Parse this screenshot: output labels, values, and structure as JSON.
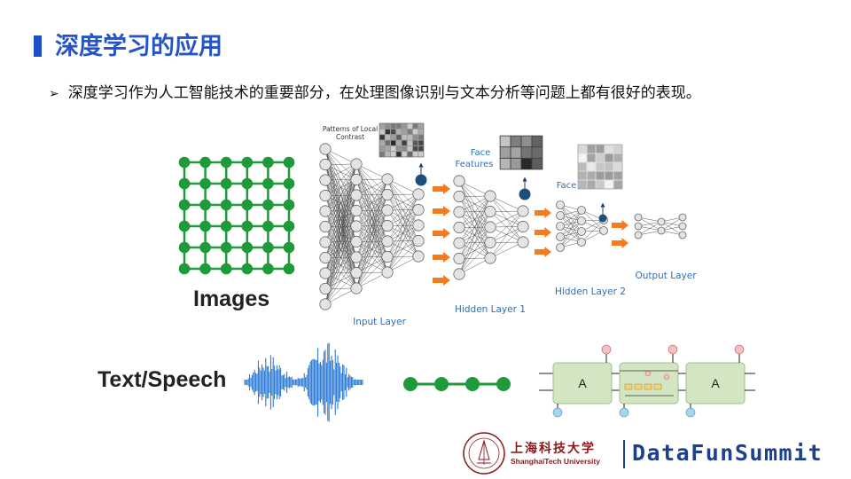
{
  "slide": {
    "title": "深度学习的应用",
    "bullet": "深度学习作为人工智能技术的重要部分，在处理图像识别与文本分析等问题上都有很好的表现。",
    "bullet_marker": "➢"
  },
  "figure": {
    "images_label": "Images",
    "text_speech_label": "Text/Speech",
    "patterns_label_line1": "Patterns of Local",
    "patterns_label_line2": "Contrast",
    "face_features_line1": "Face",
    "face_features_line2": "Features",
    "face_label": "Face",
    "input_layer": "Input Layer",
    "hidden_layer_1": "Hidden Layer 1",
    "hidden_layer_2": "Hidden Layer 2",
    "output_layer": "Output Layer",
    "rnn_cell_label_1": "A",
    "rnn_cell_label_2": "A"
  },
  "colors": {
    "accent_blue": "#2454c8",
    "grid_green": "#1f9a3a",
    "arrow_orange": "#f47b20",
    "wave_blue": "#1a6fd1",
    "rnn_green": "#d3e6c4",
    "university_red": "#8a1a1a",
    "brand_navy": "#1d3f8f"
  },
  "footer": {
    "university_cn": "上海科技大学",
    "university_en": "ShanghaiTech University",
    "brand": "DataFunSummit"
  }
}
